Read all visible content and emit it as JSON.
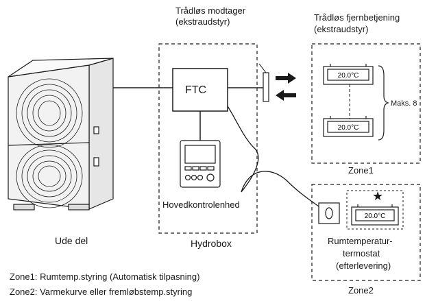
{
  "labels": {
    "wireless_receiver": [
      "Trådløs modtager",
      "(ekstraudstyr)"
    ],
    "wireless_remote": [
      "Trådløs fjernbetjening",
      "(ekstraudstyr)"
    ],
    "ftc": "FTC",
    "main_controller": "Hovedkontrolenhed",
    "outdoor_unit": "Ude del",
    "hydrobox": "Hydrobox",
    "zone1": "Zone1",
    "zone2": "Zone2",
    "max": "Maks. 8",
    "room_thermostat": [
      "Rumtemperatur-",
      "termostat",
      "(efterlevering)"
    ],
    "star": "★"
  },
  "thermostat_readings": [
    "20.0°C",
    "20.0°C",
    "20.0°C"
  ],
  "legend": [
    "Zone1: Rumtemp.styring (Automatisk tilpasning)",
    "Zone2: Varmekurve eller fremløbstemp.styring"
  ],
  "colors": {
    "line": "#1a1a1a",
    "unit_fill": "#f2f2f2",
    "screen": "#ffffff"
  }
}
